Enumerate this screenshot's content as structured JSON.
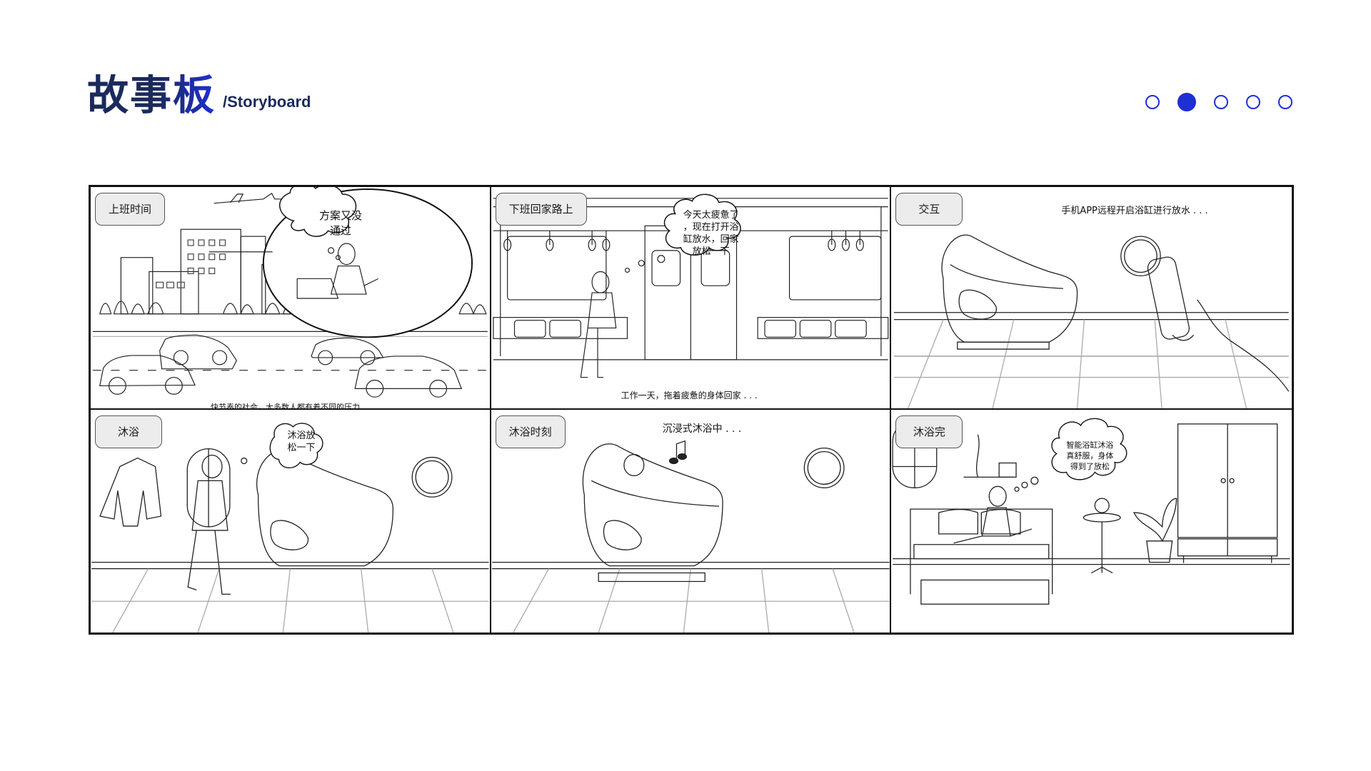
{
  "header": {
    "title": "故事板",
    "subtitle": "/Storyboard"
  },
  "pager": {
    "total": 5,
    "active": 2
  },
  "panels": [
    {
      "tag": "上班时间",
      "bubble": "方案又没\n通过",
      "caption": "快节奏的社会，大多数人都有着不同的压力 . . ."
    },
    {
      "tag": "下班回家路上",
      "bubble": "今天太疲惫了\n，现在打开浴\n缸放水，回家\n放松一下",
      "caption": "工作一天，拖着疲惫的身体回家 . . ."
    },
    {
      "tag": "交互",
      "caption": "手机APP远程开启浴缸进行放水 . . ."
    },
    {
      "tag": "沐浴",
      "bubble": "沐浴放\n松一下"
    },
    {
      "tag": "沐浴时刻",
      "caption": "沉浸式沐浴中 . . ."
    },
    {
      "tag": "沐浴完",
      "bubble": "智能浴缸沐浴\n真舒服，身体\n得到了放松"
    }
  ],
  "colors": {
    "accent": "#1f2fd6",
    "navy": "#1b2a5c"
  }
}
